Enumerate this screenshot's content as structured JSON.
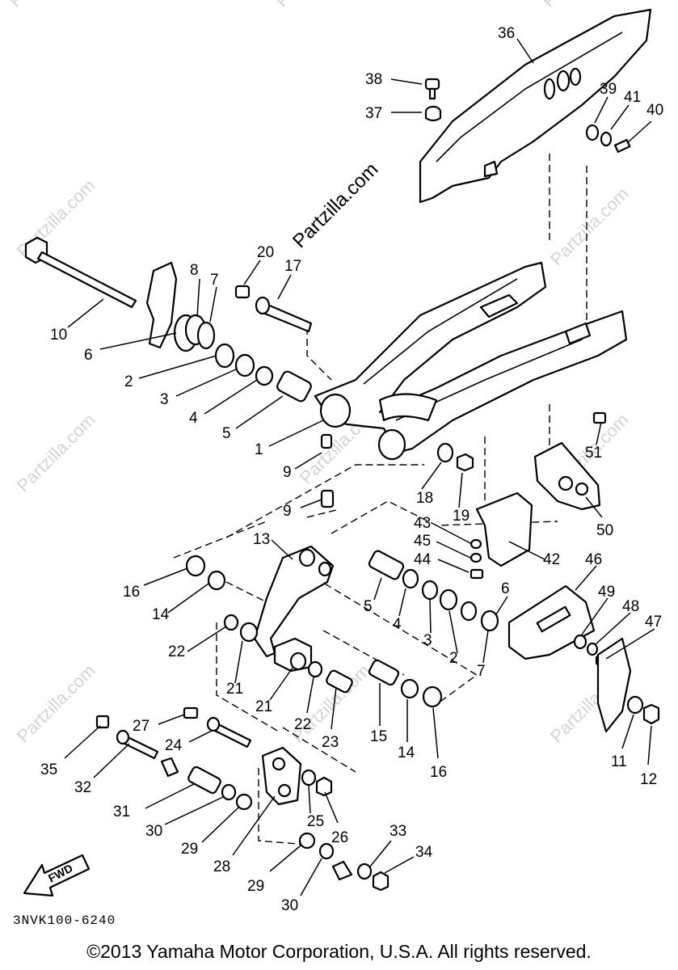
{
  "watermark": "Partzilla.com",
  "document_code": "3NVK100-6240",
  "copyright": "©2013  Yamaha Motor Corporation, U.S.A. All rights reserved.",
  "direction_label": "FWD",
  "callouts": [
    "36",
    "38",
    "37",
    "39",
    "41",
    "40",
    "20",
    "17",
    "8",
    "7",
    "10",
    "6",
    "2",
    "3",
    "4",
    "5",
    "1",
    "9",
    "9",
    "18",
    "19",
    "51",
    "50",
    "43",
    "45",
    "44",
    "42",
    "13",
    "16",
    "14",
    "5",
    "4",
    "3",
    "2",
    "6",
    "7",
    "46",
    "49",
    "48",
    "47",
    "22",
    "21",
    "21",
    "22",
    "23",
    "15",
    "14",
    "16",
    "11",
    "12",
    "27",
    "35",
    "24",
    "32",
    "31",
    "30",
    "29",
    "28",
    "25",
    "26",
    "33",
    "34",
    "29",
    "30"
  ]
}
